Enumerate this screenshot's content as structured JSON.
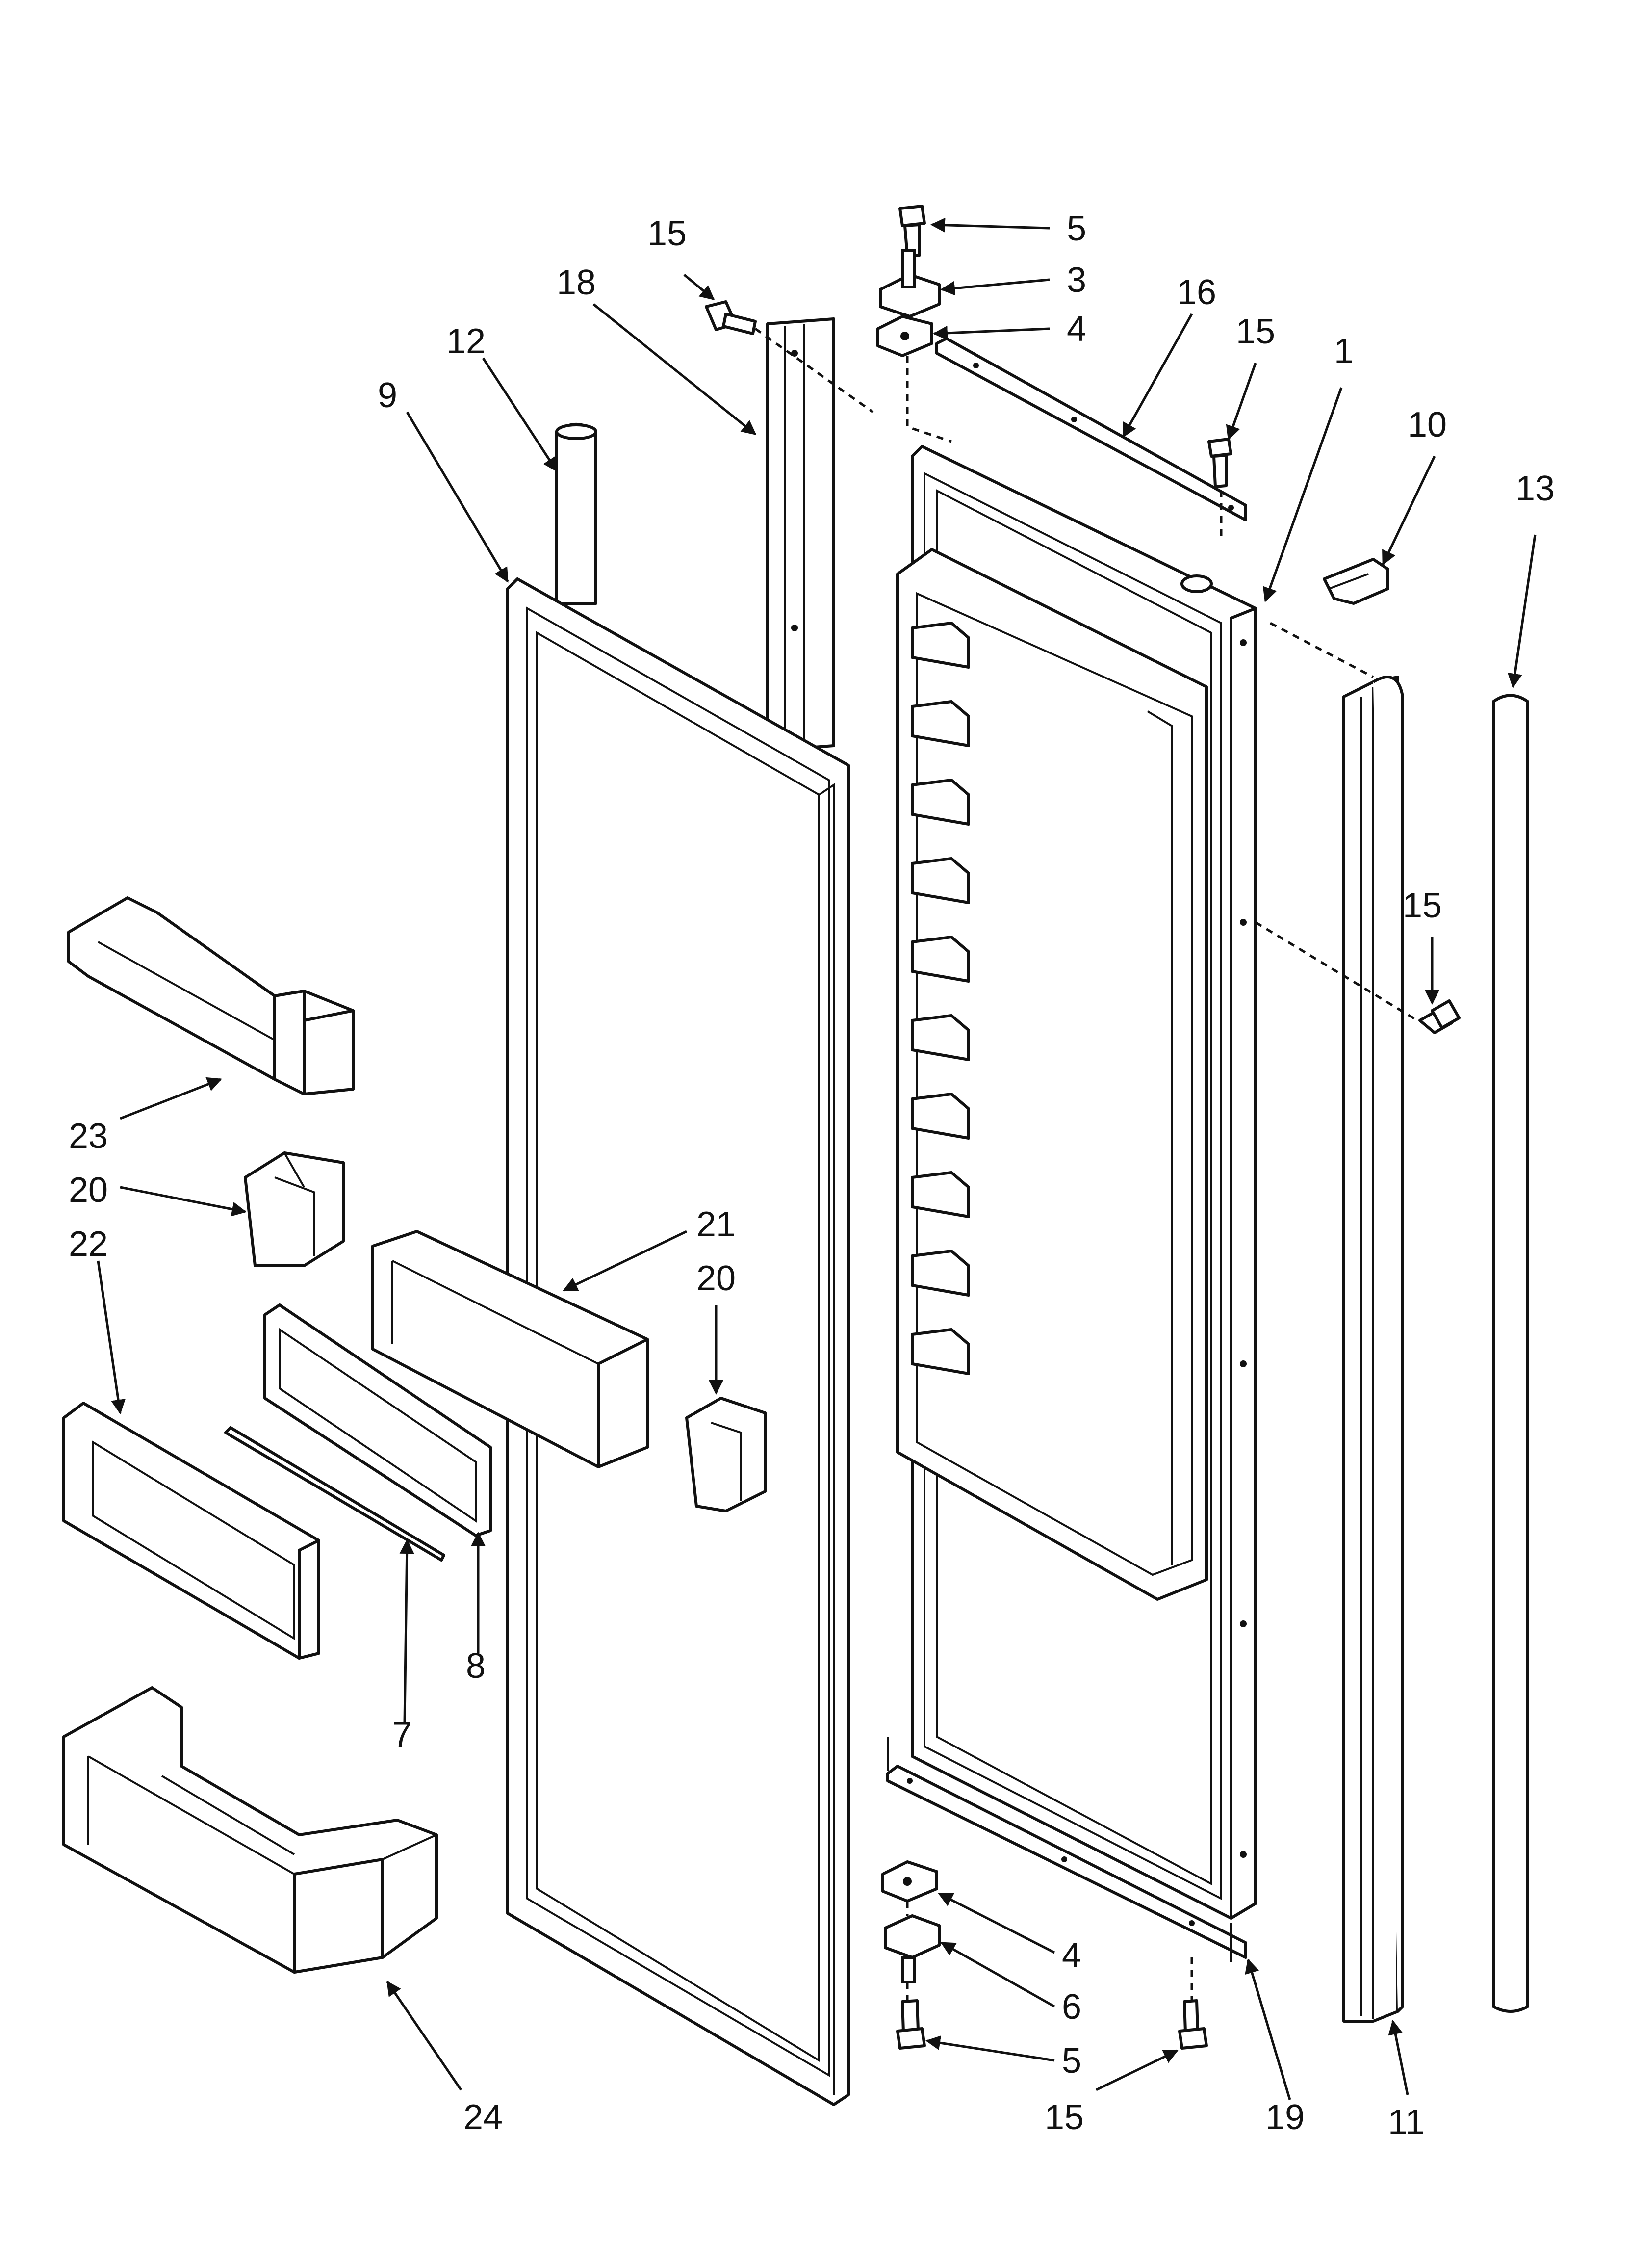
{
  "callouts": {
    "c1": "1",
    "c3": "3",
    "c4": "4",
    "c5": "5",
    "c6": "6",
    "c7": "7",
    "c8": "8",
    "c9": "9",
    "c10": "10",
    "c11": "11",
    "c12": "12",
    "c13": "13",
    "c15": "15",
    "c16": "16",
    "c18": "18",
    "c19": "19",
    "c20": "20",
    "c21": "21",
    "c22": "22",
    "c23": "23",
    "c24": "24"
  },
  "colors": {
    "line": "#111111",
    "background": "#ffffff"
  }
}
